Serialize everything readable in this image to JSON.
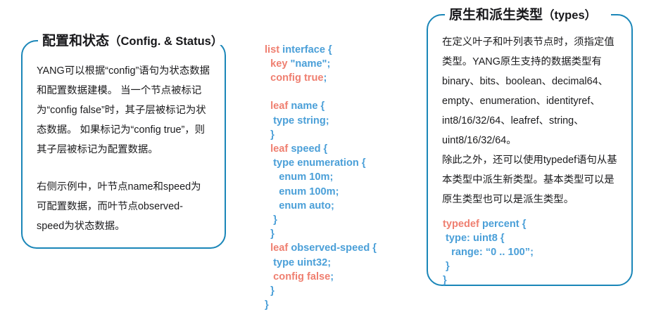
{
  "theme": {
    "border_color": "#1a86b8",
    "text_color": "#1b1b1d",
    "code_keyword_color": "#ef7f70",
    "code_identifier_color": "#4a9fd8",
    "background": "#ffffff"
  },
  "panels": {
    "config": {
      "title_zh": "配置和状态",
      "title_en": "（Config. & Status）",
      "paragraphs": [
        "YANG可以根据“config”语句为状态数据和配置数据建模。 当一个节点被标记为“config false”时，其子层被标记为状态数据。 如果标记为“config true”，则其子层被标记为配置数据。",
        "右侧示例中，叶节点name和speed为可配置数据，而叶节点observed-speed为状态数据。"
      ]
    },
    "types": {
      "title_zh": "原生和派生类型",
      "title_en": "（types）",
      "paragraphs": [
        "在定义叶子和叶列表节点时，须指定值类型。YANG原生支持的数据类型有binary、bits、boolean、decimal64、empty、enumeration、identityref、int8/16/32/64、leafref、string、uint8/16/32/64。",
        "除此之外，还可以使用typedef语句从基本类型中派生新类型。基本类型可以是原生类型也可以是派生类型。"
      ]
    }
  },
  "code_blocks": {
    "interface": {
      "language": "yang",
      "lines": [
        [
          {
            "t": "list ",
            "c": "k"
          },
          {
            "t": "interface {",
            "c": "i"
          }
        ],
        [
          {
            "t": "  key ",
            "c": "k"
          },
          {
            "t": "\"name\";",
            "c": "i"
          }
        ],
        [
          {
            "t": "  config true",
            "c": "k"
          },
          {
            "t": ";",
            "c": "i"
          }
        ],
        [],
        [
          {
            "t": "  leaf ",
            "c": "k"
          },
          {
            "t": "name {",
            "c": "i"
          }
        ],
        [
          {
            "t": "   type string;",
            "c": "i"
          }
        ],
        [
          {
            "t": "  }",
            "c": "i"
          }
        ],
        [
          {
            "t": "  leaf ",
            "c": "k"
          },
          {
            "t": "speed {",
            "c": "i"
          }
        ],
        [
          {
            "t": "   type enumeration {",
            "c": "i"
          }
        ],
        [
          {
            "t": "     enum 10m;",
            "c": "i"
          }
        ],
        [
          {
            "t": "     enum 100m;",
            "c": "i"
          }
        ],
        [
          {
            "t": "     enum auto;",
            "c": "i"
          }
        ],
        [
          {
            "t": "   }",
            "c": "i"
          }
        ],
        [
          {
            "t": "  }",
            "c": "i"
          }
        ],
        [
          {
            "t": "  leaf ",
            "c": "k"
          },
          {
            "t": "observed-speed {",
            "c": "i"
          }
        ],
        [
          {
            "t": "   type uint32;",
            "c": "i"
          }
        ],
        [
          {
            "t": "   config false",
            "c": "k"
          },
          {
            "t": ";",
            "c": "i"
          }
        ],
        [
          {
            "t": "  }",
            "c": "i"
          }
        ],
        [
          {
            "t": "}",
            "c": "i"
          }
        ]
      ]
    },
    "typedef": {
      "language": "yang",
      "lines": [
        [
          {
            "t": "typedef ",
            "c": "k"
          },
          {
            "t": "percent {",
            "c": "i"
          }
        ],
        [
          {
            "t": " type: uint8 {",
            "c": "i"
          }
        ],
        [
          {
            "t": "   range: “0 .. 100”;",
            "c": "i"
          }
        ],
        [
          {
            "t": " }",
            "c": "i"
          }
        ],
        [
          {
            "t": "}",
            "c": "i"
          }
        ]
      ]
    }
  }
}
